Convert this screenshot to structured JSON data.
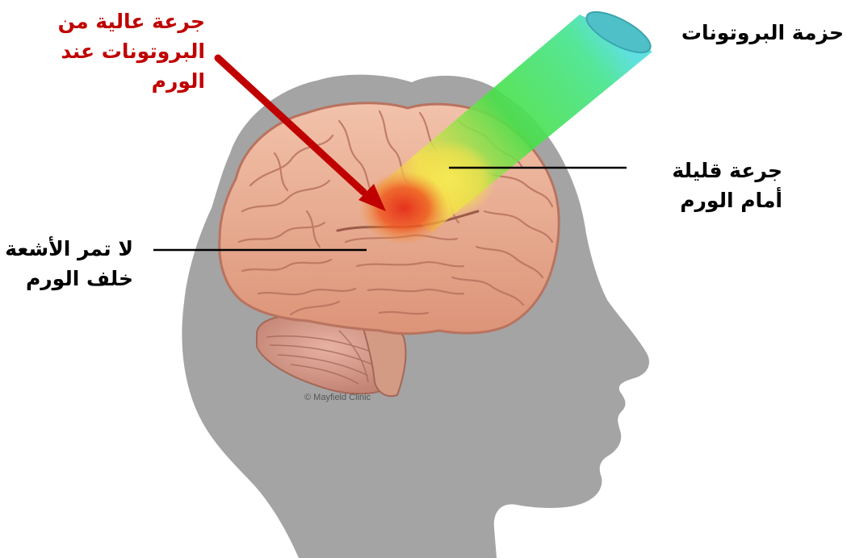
{
  "labels": {
    "high_dose": {
      "line1": "جرعة عالية من",
      "line2": "البروتونات عند",
      "line3": "الورم"
    },
    "beam": {
      "line1": "حزمة البروتونات"
    },
    "low_dose": {
      "line1": "جرعة قليلة",
      "line2": "أمام الورم"
    },
    "no_radiation": {
      "line1": "لا تمر الأشعة",
      "line2": "خلف الورم"
    }
  },
  "credit": "© Mayfield Clinic",
  "colors": {
    "head_silhouette": "#a4a4a4",
    "brain": "#e8a98f",
    "brain_folds": "#b9735f",
    "beam_green": "#48e048",
    "beam_cyan": "#5fe0e0",
    "low_dose_yellow": "#f4e24a",
    "tumor_red": "#e5321f",
    "arrow": "#c00000",
    "leader_line": "#000000",
    "high_dose_text": "#c00000"
  },
  "icons": {
    "arrow": "arrow-to-tumor-icon"
  }
}
